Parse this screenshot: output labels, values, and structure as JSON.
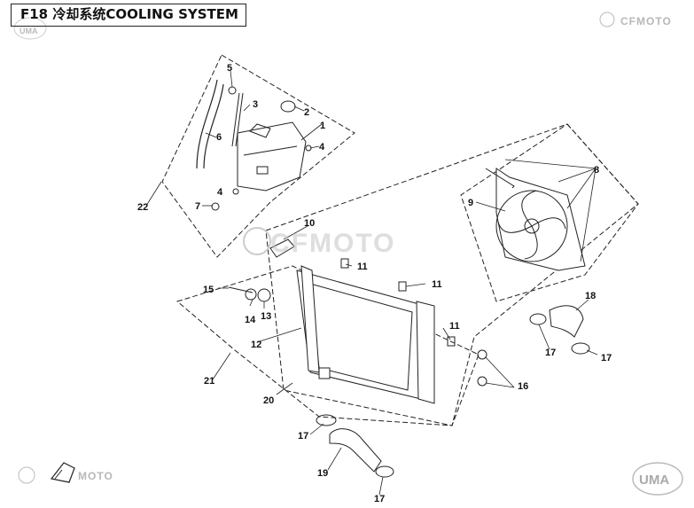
{
  "header": {
    "title": "F18 冷却系统COOLING SYSTEM"
  },
  "branding": {
    "top_right": "CFMOTO",
    "bottom_left": "MOTO",
    "watermark": "CFMOTO",
    "bottom_right": "UMA",
    "top_left": "UMA"
  },
  "callouts": [
    {
      "id": "c1",
      "label": "1"
    },
    {
      "id": "c2",
      "label": "2"
    },
    {
      "id": "c3",
      "label": "3"
    },
    {
      "id": "c4",
      "label": "4"
    },
    {
      "id": "c4b",
      "label": "4"
    },
    {
      "id": "c5",
      "label": "5"
    },
    {
      "id": "c6",
      "label": "6"
    },
    {
      "id": "c7",
      "label": "7"
    },
    {
      "id": "c8",
      "label": "8"
    },
    {
      "id": "c9",
      "label": "9"
    },
    {
      "id": "c10",
      "label": "10"
    },
    {
      "id": "c11a",
      "label": "11"
    },
    {
      "id": "c11b",
      "label": "11"
    },
    {
      "id": "c11c",
      "label": "11"
    },
    {
      "id": "c12",
      "label": "12"
    },
    {
      "id": "c13",
      "label": "13"
    },
    {
      "id": "c14",
      "label": "14"
    },
    {
      "id": "c15",
      "label": "15"
    },
    {
      "id": "c16",
      "label": "16"
    },
    {
      "id": "c17a",
      "label": "17"
    },
    {
      "id": "c17b",
      "label": "17"
    },
    {
      "id": "c17c",
      "label": "17"
    },
    {
      "id": "c17d",
      "label": "17"
    },
    {
      "id": "c18",
      "label": "18"
    },
    {
      "id": "c19",
      "label": "19"
    },
    {
      "id": "c20",
      "label": "20"
    },
    {
      "id": "c21",
      "label": "21"
    },
    {
      "id": "c22",
      "label": "22"
    }
  ],
  "colors": {
    "line": "#222222",
    "watermark": "#c4c4c4"
  },
  "icons": {
    "arrow_badge": "arrow-left-icon",
    "brand_mark": "cfmoto-logo-icon"
  }
}
